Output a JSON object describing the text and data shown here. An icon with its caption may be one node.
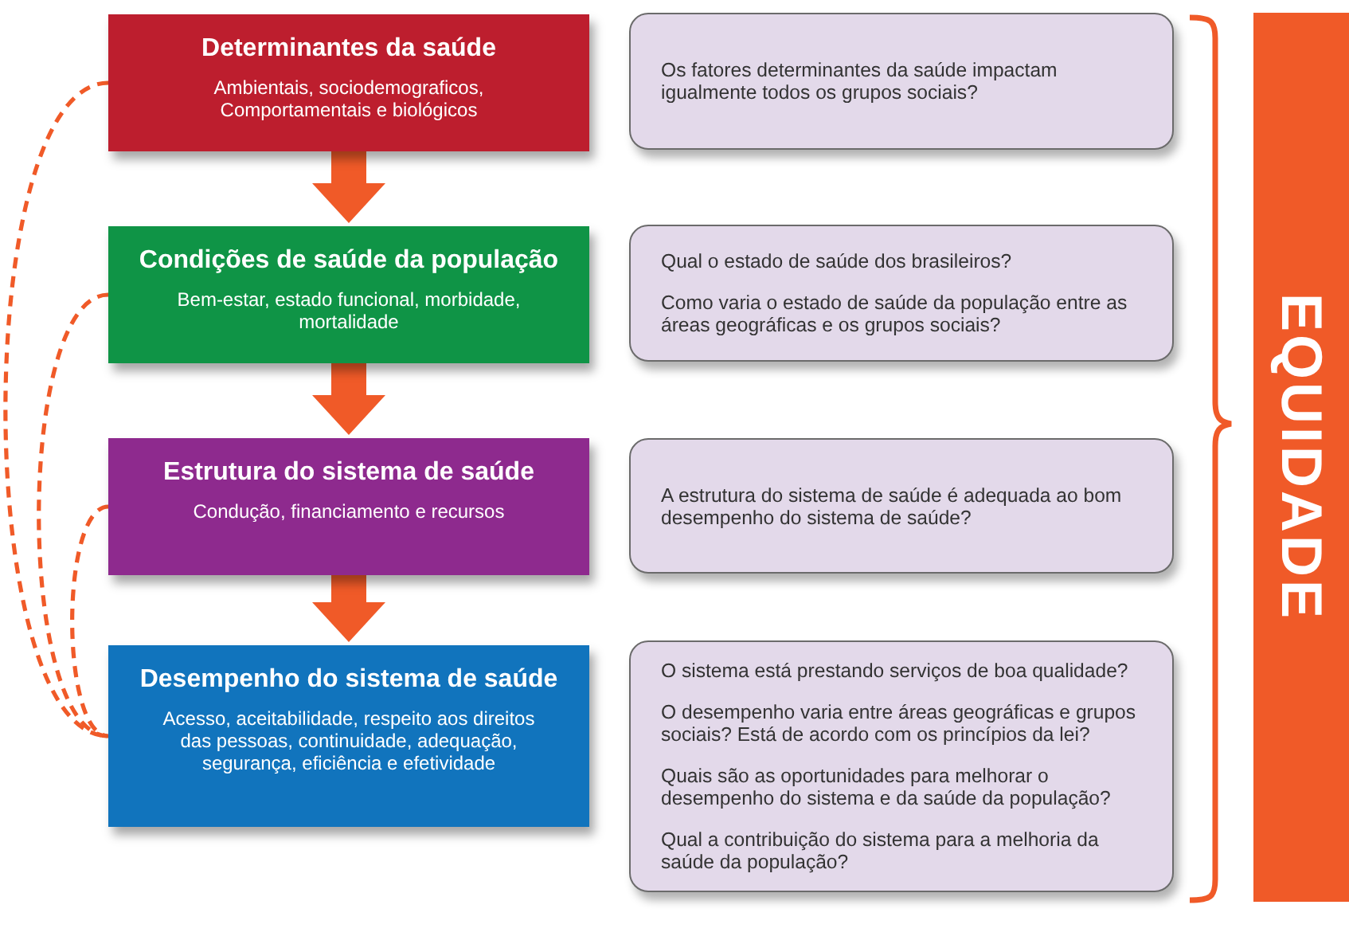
{
  "diagram": {
    "nodes": [
      {
        "text": [
          "Determinantes da saúde",
          "Ambientais, sociodemograficos, Comportamentais e biológicos"
        ]
      },
      {
        "text": [
          "Condições de saúde da população",
          "Bem-estar, estado funcional, morbidade, mortalidade"
        ]
      },
      {
        "text": [
          "Estrutura do sistema de saúde",
          "Condução, financiamento e recursos"
        ]
      },
      {
        "text": [
          "Desempenho do sistema de saúde",
          "Acesso, aceitabilidade, respeito aos direitos das pessoas, continuidade, adequação, segurança, eficiência e efetividade"
        ]
      },
      {
        "text": [
          "Os fatores determinantes da saúde impactam igualmente todos os grupos sociais?"
        ]
      },
      {
        "text": [
          "Qual o estado de saúde dos brasileiros?",
          "Como varia o estado de saúde da população entre as áreas geográficas e os grupos sociais?"
        ]
      },
      {
        "text": [
          "A estrutura do sistema de saúde é adequada ao bom desempenho do sistema de saúde?"
        ]
      },
      {
        "text": [
          "O sistema está prestando serviços de boa qualidade?",
          "O desempenho varia entre áreas geográficas e grupos sociais? Está de acordo com os princípios da lei?",
          "Quais são as oportunidades para melhorar o desempenho do sistema e da saúde da população?",
          "Qual a contribuição do sistema para a melhoria da saúde da população?"
        ]
      },
      {
        "text": [
          "EQUIDADE"
        ]
      }
    ],
    "edges": [
      {
        "from": 0,
        "to": 1,
        "arrow": "to",
        "style": "thick"
      },
      {
        "from": 1,
        "to": 2,
        "arrow": "to",
        "style": "thick"
      },
      {
        "from": 2,
        "to": 3,
        "arrow": "to",
        "style": "thick"
      },
      {
        "from": 0,
        "to": 3,
        "arrow": "none",
        "style": "dashed"
      },
      {
        "from": 1,
        "to": 3,
        "arrow": "none",
        "style": "dashed"
      },
      {
        "from": 2,
        "to": 3,
        "arrow": "none",
        "style": "dashed"
      }
    ]
  }
}
